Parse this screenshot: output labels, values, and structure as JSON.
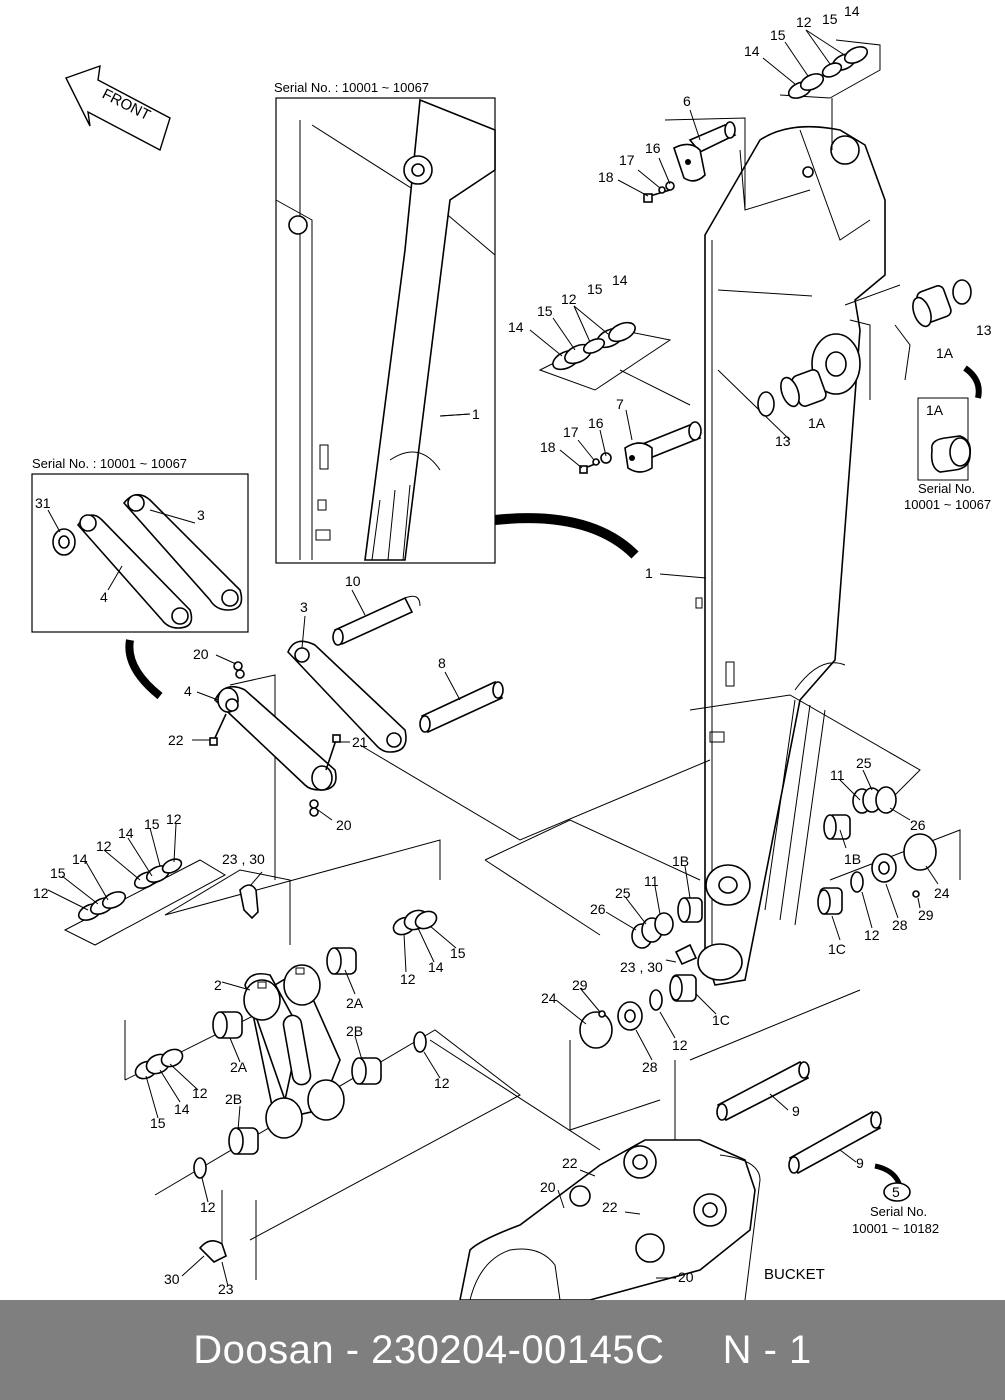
{
  "diagram": {
    "front_arrow_label": "FRONT",
    "serial_top": "Serial No. : 10001 ~ 10067",
    "serial_left": "Serial No. : 10001 ~ 10067",
    "serial_right_label": "Serial No.",
    "serial_right_range": "10001 ~ 10067",
    "serial_right_box_part": "1A",
    "serial_bucket_label": "Serial No.",
    "serial_bucket_range": "10001 ~ 10182",
    "ref_circle": "5",
    "bucket_label": "BUCKET",
    "callouts": [
      {
        "id": "c-top-14a",
        "text": "14"
      },
      {
        "id": "c-top-15a",
        "text": "15"
      },
      {
        "id": "c-top-12",
        "text": "12"
      },
      {
        "id": "c-top-15b",
        "text": "15"
      },
      {
        "id": "c-top-14b",
        "text": "14"
      },
      {
        "id": "c-6",
        "text": "6"
      },
      {
        "id": "c-16a",
        "text": "16"
      },
      {
        "id": "c-17a",
        "text": "17"
      },
      {
        "id": "c-18a",
        "text": "18"
      },
      {
        "id": "c-mid-14a",
        "text": "14"
      },
      {
        "id": "c-mid-15a",
        "text": "15"
      },
      {
        "id": "c-mid-12",
        "text": "12"
      },
      {
        "id": "c-mid-15b",
        "text": "15"
      },
      {
        "id": "c-mid-14b",
        "text": "14"
      },
      {
        "id": "c-7",
        "text": "7"
      },
      {
        "id": "c-16b",
        "text": "16"
      },
      {
        "id": "c-17b",
        "text": "17"
      },
      {
        "id": "c-18b",
        "text": "18"
      },
      {
        "id": "c-13a",
        "text": "13"
      },
      {
        "id": "c-1A-a",
        "text": "1A"
      },
      {
        "id": "c-13b",
        "text": "13"
      },
      {
        "id": "c-1A-b",
        "text": "1A"
      },
      {
        "id": "c-1-inset",
        "text": "1"
      },
      {
        "id": "c-1",
        "text": "1"
      },
      {
        "id": "c-31",
        "text": "31"
      },
      {
        "id": "c-3-inset",
        "text": "3"
      },
      {
        "id": "c-4-inset",
        "text": "4"
      },
      {
        "id": "c-10",
        "text": "10"
      },
      {
        "id": "c-3",
        "text": "3"
      },
      {
        "id": "c-8",
        "text": "8"
      },
      {
        "id": "c-20a",
        "text": "20"
      },
      {
        "id": "c-4",
        "text": "4"
      },
      {
        "id": "c-22a",
        "text": "22"
      },
      {
        "id": "c-21",
        "text": "21"
      },
      {
        "id": "c-20b",
        "text": "20"
      },
      {
        "id": "c-11a",
        "text": "11"
      },
      {
        "id": "c-25a",
        "text": "25"
      },
      {
        "id": "c-26a",
        "text": "26"
      },
      {
        "id": "c-1B-a",
        "text": "1B"
      },
      {
        "id": "c-24a",
        "text": "24"
      },
      {
        "id": "c-29a",
        "text": "29"
      },
      {
        "id": "c-28a",
        "text": "28"
      },
      {
        "id": "c-12-r",
        "text": "12"
      },
      {
        "id": "c-1C-a",
        "text": "1C"
      },
      {
        "id": "c-1B-b",
        "text": "1B"
      },
      {
        "id": "c-11b",
        "text": "11"
      },
      {
        "id": "c-25b",
        "text": "25"
      },
      {
        "id": "c-26b",
        "text": "26"
      },
      {
        "id": "c-23-30a",
        "text": "23 , 30"
      },
      {
        "id": "c-24b",
        "text": "24"
      },
      {
        "id": "c-29b",
        "text": "29"
      },
      {
        "id": "c-12-m",
        "text": "12"
      },
      {
        "id": "c-1C-b",
        "text": "1C"
      },
      {
        "id": "c-28b",
        "text": "28"
      },
      {
        "id": "c-left-12a",
        "text": "12"
      },
      {
        "id": "c-left-15a",
        "text": "15"
      },
      {
        "id": "c-left-14a",
        "text": "14"
      },
      {
        "id": "c-left-12b",
        "text": "12"
      },
      {
        "id": "c-left-14b",
        "text": "14"
      },
      {
        "id": "c-left-15b",
        "text": "15"
      },
      {
        "id": "c-left-12c",
        "text": "12"
      },
      {
        "id": "c-23-30b",
        "text": "23 , 30"
      },
      {
        "id": "c-2",
        "text": "2"
      },
      {
        "id": "c-2A-a",
        "text": "2A"
      },
      {
        "id": "c-2A-b",
        "text": "2A"
      },
      {
        "id": "c-2B-a",
        "text": "2B"
      },
      {
        "id": "c-2B-b",
        "text": "2B"
      },
      {
        "id": "c-12-la",
        "text": "12"
      },
      {
        "id": "c-14-la",
        "text": "14"
      },
      {
        "id": "c-15-la",
        "text": "15"
      },
      {
        "id": "c-12-lb",
        "text": "12"
      },
      {
        "id": "c-14-lb",
        "text": "14"
      },
      {
        "id": "c-15-lb",
        "text": "15"
      },
      {
        "id": "c-12-lc",
        "text": "12"
      },
      {
        "id": "c-12-ld",
        "text": "12"
      },
      {
        "id": "c-30",
        "text": "30"
      },
      {
        "id": "c-23",
        "text": "23"
      },
      {
        "id": "c-9a",
        "text": "9"
      },
      {
        "id": "c-9b",
        "text": "9"
      },
      {
        "id": "c-22b",
        "text": "22"
      },
      {
        "id": "c-20c",
        "text": "20"
      },
      {
        "id": "c-22c",
        "text": "22"
      },
      {
        "id": "c-20d",
        "text": "20"
      }
    ]
  },
  "footer": {
    "text": "Doosan - 230204-00145C     N - 1"
  }
}
